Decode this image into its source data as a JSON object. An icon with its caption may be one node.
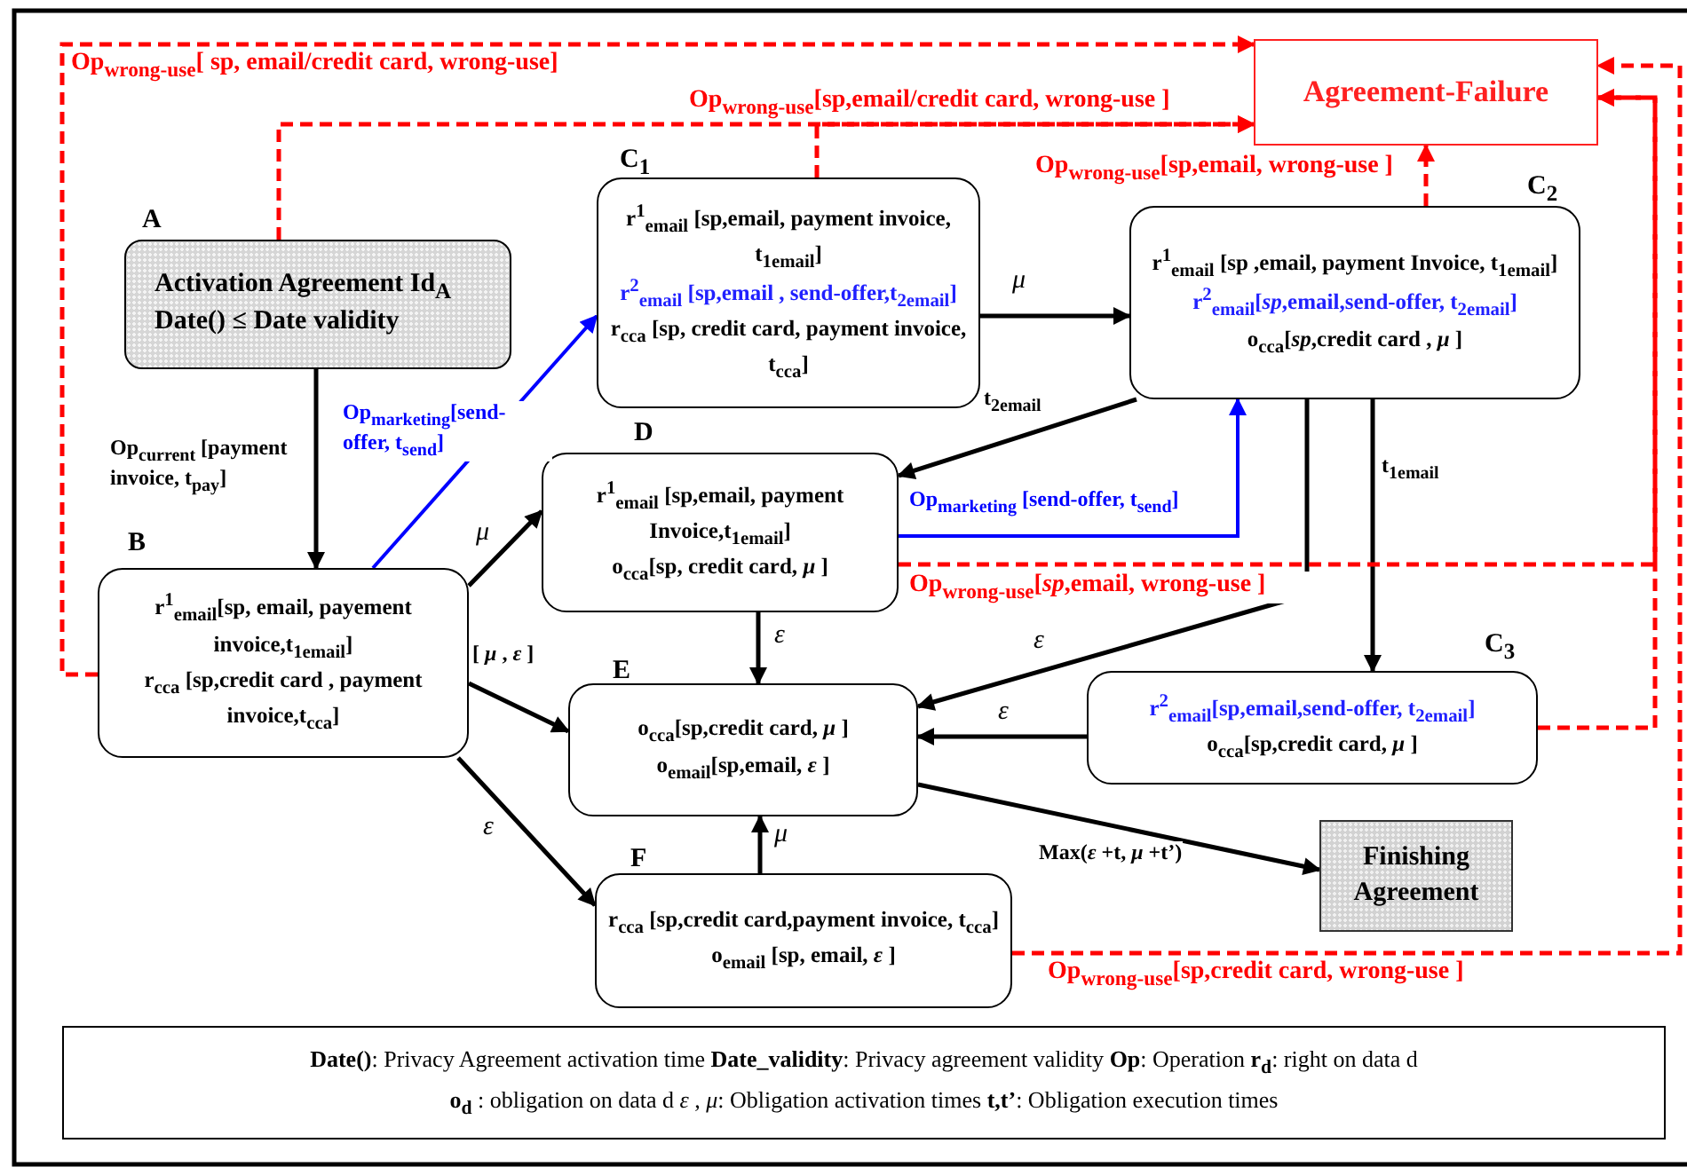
{
  "diagram": {
    "nodes": [
      {
        "text": [
          "Agreement-Failure"
        ]
      },
      {
        "text": [
          "Activation Agreement Id$_{A}$",
          "Date() ≤ Date validity"
        ],
        "beside": [
          "A"
        ]
      },
      {
        "text": [
          "r$^{1}$$_{email}$[sp, email, payement invoice,t$_{1email}$]",
          "r$_{cca}$ [sp,credit card , payment invoice,t$_{cca}$]"
        ],
        "beside": [
          "B"
        ]
      },
      {
        "text": [
          "r$^{1}$$_{email}$ [sp,email, payment invoice, t$_{1email}$]",
          "r$^{2}$$_{email}$ [sp,email , send-offer,t$_{2email}$]",
          "r$_{cca}$ [sp, credit card, payment invoice, t$_{cca}$]"
        ],
        "beside": [
          "C$_{1}$"
        ]
      },
      {
        "text": [
          "r$^{1}$$_{email}$ [sp ,email, payment Invoice, t$_{1email}$]",
          "r$^{2}$$_{email}$[*sp*,email,send-offer, t$_{2email}$]",
          "o$_{cca}$[*sp*,credit card , *μ* ]"
        ],
        "beside": [
          "C$_{2}$"
        ]
      },
      {
        "text": [
          "r$^{1}$$_{email}$ [sp,email, payment Invoice,t$_{1email}$]",
          "o$_{cca}$[sp, credit card, *μ* ]"
        ],
        "beside": [
          "D"
        ]
      },
      {
        "text": [
          "r$^{2}$$_{email}$[sp,email,send-offer, t$_{2email}$]",
          "o$_{cca}$[sp,credit card, *μ* ]"
        ],
        "beside": [
          "C$_{3}$"
        ]
      },
      {
        "text": [
          "o$_{cca}$[sp,credit card, *μ* ]",
          "o$_{email}$[sp,email, *ε* ]"
        ],
        "beside": [
          "E"
        ]
      },
      {
        "text": [
          "r$_{cca}$ [sp,credit card,payment invoice, t$_{cca}$]",
          "o$_{email}$ [sp, email, *ε* ]"
        ],
        "beside": [
          "F"
        ]
      },
      {
        "text": [
          "Finishing Agreement"
        ]
      }
    ],
    "edges": [
      {
        "from": 1,
        "to": 2,
        "arrow": "to",
        "label": "Op$_{current}$ [payment invoice, t$_{pay}$]"
      },
      {
        "from": 2,
        "to": 3,
        "arrow": "to",
        "label": "Op$_{marketing}$[send-offer, t$_{send}$]",
        "color": "#0000ff"
      },
      {
        "from": 2,
        "to": 5,
        "arrow": "to",
        "label": "μ"
      },
      {
        "from": 2,
        "to": 7,
        "arrow": "to",
        "label": "[ *μ* , *ε* ]"
      },
      {
        "from": 2,
        "to": 8,
        "arrow": "to",
        "label": "ε"
      },
      {
        "from": 3,
        "to": 4,
        "arrow": "to",
        "label": "μ"
      },
      {
        "from": 4,
        "to": 5,
        "arrow": "to",
        "label": "t$_{2email}$"
      },
      {
        "from": 5,
        "to": 4,
        "arrow": "to",
        "label": "Op$_{marketing}$ [send-offer, t$_{send}$]",
        "color": "#0000ff"
      },
      {
        "from": 4,
        "to": 6,
        "arrow": "to",
        "label": "t$_{1email}$"
      },
      {
        "from": 4,
        "to": 7,
        "arrow": "to",
        "label": "ε"
      },
      {
        "from": 5,
        "to": 7,
        "arrow": "to",
        "label": "ε"
      },
      {
        "from": 6,
        "to": 7,
        "arrow": "to",
        "label": "ε"
      },
      {
        "from": 8,
        "to": 7,
        "arrow": "to",
        "label": "μ"
      },
      {
        "from": 7,
        "to": 9,
        "arrow": "to",
        "label": "Max(*ε* +t, *μ* +t’)"
      },
      {
        "from": 2,
        "to": 0,
        "arrow": "to",
        "label": "Op$_{wrong-use}$[ sp, email/credit card, wrong-use]",
        "style": "dashed",
        "color": "#ff0000"
      },
      {
        "from": 1,
        "to": 0,
        "arrow": "to",
        "label": "Op$_{wrong-use}$[sp,email/credit card, wrong-use ]",
        "style": "dashed",
        "color": "#ff0000"
      },
      {
        "from": 3,
        "to": 0,
        "arrow": "to",
        "style": "dashed",
        "color": "#ff0000"
      },
      {
        "from": 4,
        "to": 0,
        "arrow": "to",
        "label": "Op$_{wrong-use}$[sp,email, wrong-use ]",
        "style": "dashed",
        "color": "#ff0000"
      },
      {
        "from": 5,
        "to": 0,
        "arrow": "to",
        "label": "Op$_{wrong-use}$[*sp*,email, wrong-use ]",
        "style": "dashed",
        "color": "#ff0000"
      },
      {
        "from": 6,
        "to": 0,
        "arrow": "to",
        "style": "dashed",
        "color": "#ff0000"
      },
      {
        "from": 8,
        "to": 0,
        "arrow": "to",
        "label": "Op$_{wrong-use}$[sp,credit card, wrong-use ]",
        "style": "dashed",
        "color": "#ff0000"
      }
    ],
    "labels": [
      "**Date()**: Privacy Agreement activation time **Date_validity**: Privacy agreement validity **Op**: Operation **r$_{d}$**: right on data d",
      "**o$_{d}$** : obligation on data d *ε* , *μ*: Obligation activation times **t,t’**: Obligation execution times"
    ]
  }
}
